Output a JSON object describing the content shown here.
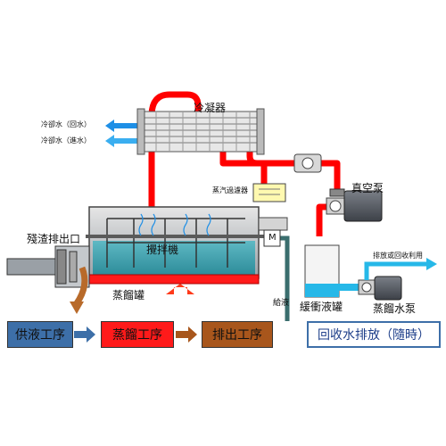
{
  "labels": {
    "condenser": "冷凝器",
    "coolant_return": "冷卻水（回水）",
    "coolant_inlet": "冷卻水（進水）",
    "steam_filter": "蒸汽過濾器",
    "vacuum_pump": "真空泵",
    "residue_outlet": "殘渣排出口",
    "agitator": "攪拌機",
    "motor": "M",
    "distill_tank": "蒸餾罐",
    "feed_liquid": "給液",
    "buffer_tank": "緩衝液罐",
    "discharge_or_reuse": "排放或回收利用",
    "distill_water_pump": "蒸餾水泵"
  },
  "process": {
    "feed": "供液工序",
    "distill": "蒸餾工序",
    "discharge": "排出工序",
    "recovery": "回收水排放（隨時）"
  },
  "colors": {
    "steam_pipe": "#ff0000",
    "coolant": "#1e8fe6",
    "water": "#26b8e8",
    "feed_pipe": "#3a6e6e",
    "box_blue": "#3d6fa8",
    "box_red": "#ff1a1a",
    "box_brown": "#a8561c",
    "arrow_brown": "#b86a2a",
    "tank_body": "#c8c8c8"
  }
}
